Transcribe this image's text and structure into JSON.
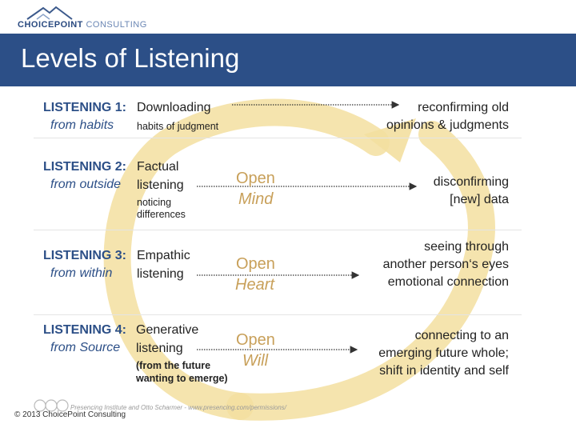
{
  "logo": {
    "brand_bold": "CHOICEPOINT",
    "brand_light": "CONSULTING"
  },
  "header": {
    "title": "Levels of Listening"
  },
  "levels": [
    {
      "label": "LISTENING 1:",
      "source": "from habits",
      "mode": "Downloading",
      "notes": [
        "habits of judgment"
      ],
      "open": "",
      "outcome": [
        "reconfirming old",
        "opinions & judgments"
      ]
    },
    {
      "label": "LISTENING 2:",
      "source": "from outside",
      "mode": "Factual",
      "mode2": "listening",
      "notes": [
        "noticing",
        "differences"
      ],
      "open": [
        "Open",
        "Mind"
      ],
      "outcome": [
        "disconfirming",
        "[new] data"
      ]
    },
    {
      "label": "LISTENING 3:",
      "source": "from within",
      "mode": "Empathic",
      "mode2": "listening",
      "notes": [],
      "open": [
        "Open",
        "Heart"
      ],
      "outcome": [
        "seeing through",
        "another person‘s eyes",
        "emotional connection"
      ]
    },
    {
      "label": "LISTENING 4:",
      "source": "from Source",
      "mode": "Generative",
      "mode2": "listening",
      "notes": [
        "(from the future",
        "wanting to emerge)"
      ],
      "open": [
        "Open",
        "Will"
      ],
      "outcome": [
        "connecting to an",
        "emerging future whole;",
        "shift in identity and self"
      ]
    }
  ],
  "footer": {
    "copyright": "© 2013 ChoicePoint Consulting",
    "credit": "Presencing Institute and Otto Scharmer - www.presencing.com/permissions/"
  },
  "colors": {
    "header": "#2c4f87",
    "arc": "#f3dfa0",
    "open_words": "#c8a05a",
    "level_text": "#2c4f87"
  }
}
